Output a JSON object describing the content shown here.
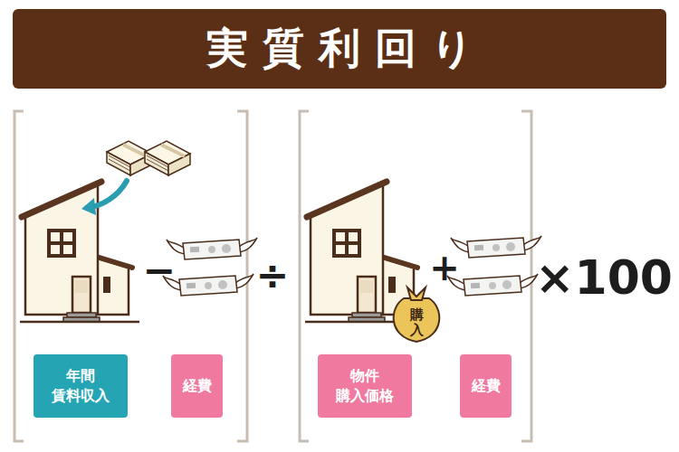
{
  "diagram": {
    "title": "実質利回り",
    "nodes": [
      {
        "text": [
          "年間 賃料収入"
        ]
      },
      {
        "text": [
          "経費"
        ]
      },
      {
        "text": [
          "物件 購入価格"
        ]
      },
      {
        "text": [
          "経費"
        ]
      }
    ],
    "labels": [
      "−",
      "÷",
      "+",
      "×100",
      "購入"
    ]
  }
}
